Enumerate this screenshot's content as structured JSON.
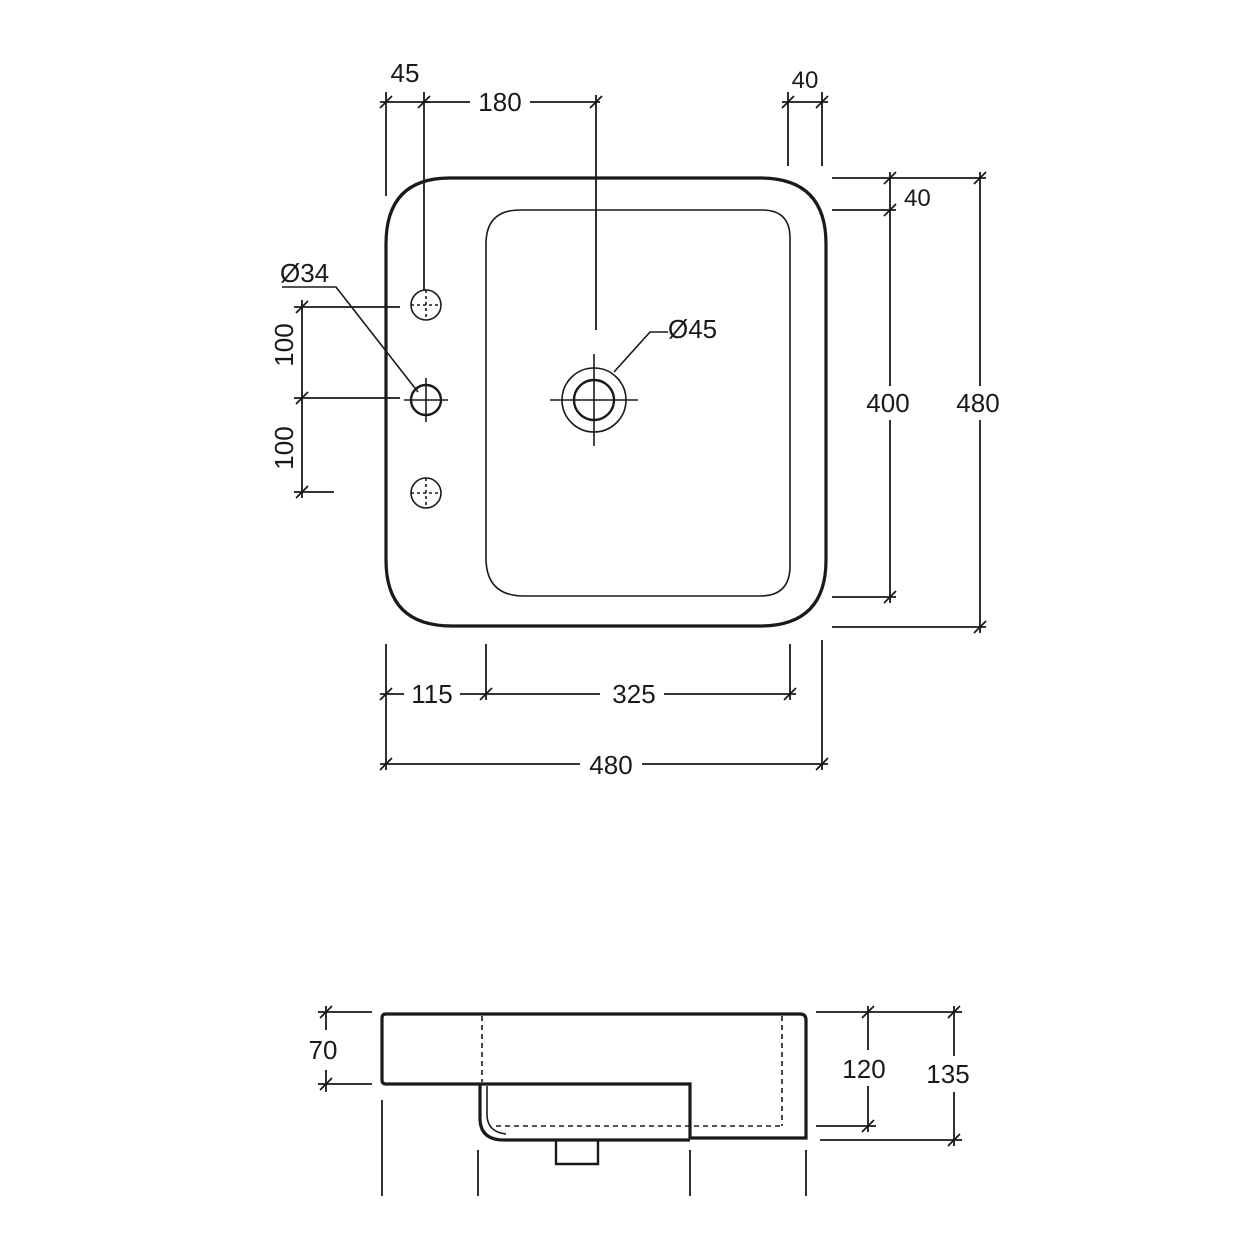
{
  "top_view": {
    "dims": {
      "hole_offset_left": "45",
      "tap_offset": "180",
      "rim_right": "40",
      "rim_top": "40",
      "tap_hole_diameter": "Ø34",
      "waste_diameter": "Ø45",
      "hole_spacing_upper": "100",
      "hole_spacing_lower": "100",
      "bowl_depth_inner": "400",
      "overall_depth": "480",
      "deck_width": "115",
      "bowl_width": "325",
      "overall_width": "480"
    }
  },
  "side_view": {
    "dims": {
      "deck_height": "70",
      "bowl_height": "120",
      "overall_height": "135"
    }
  }
}
